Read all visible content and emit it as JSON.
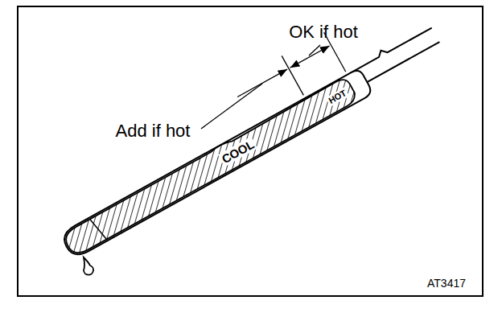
{
  "diagram": {
    "labels": [
      "OK if hot",
      "Add if hot",
      "COOL",
      "HOT",
      "AT3417"
    ]
  }
}
